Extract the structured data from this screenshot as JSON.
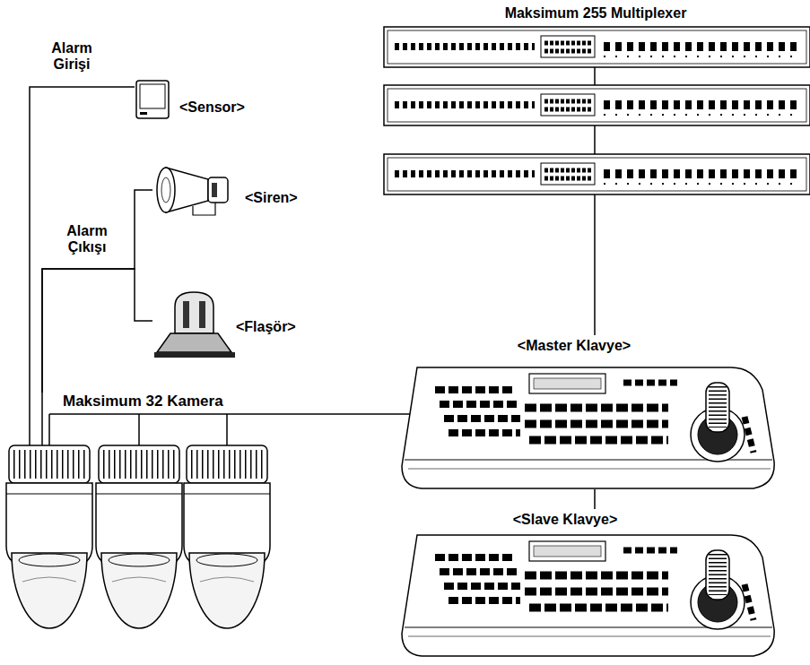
{
  "diagram": {
    "nodes": [
      {
        "text": [
          "<Sensor>"
        ]
      },
      {
        "text": [
          "<Siren>"
        ]
      },
      {
        "text": [
          "<Flaşör>"
        ]
      },
      {
        "text": [
          "Maksimum 255 Multiplexer"
        ]
      },
      {
        "text": [
          "Maksimum 32 Kamera"
        ]
      },
      {
        "text": [
          "<Master Klavye>"
        ]
      },
      {
        "text": [
          "<Slave Klavye>"
        ]
      }
    ],
    "edges": [
      {
        "from": 4,
        "to": 0,
        "arrow": "none",
        "label": "Alarm Girişi"
      },
      {
        "from": 4,
        "to": 1,
        "arrow": "none",
        "label": "Alarm Çıkışı"
      },
      {
        "from": 4,
        "to": 2,
        "arrow": "none"
      },
      {
        "from": 4,
        "to": 5,
        "arrow": "none"
      },
      {
        "from": 3,
        "to": 5,
        "arrow": "none"
      },
      {
        "from": 5,
        "to": 6,
        "arrow": "none"
      }
    ]
  }
}
